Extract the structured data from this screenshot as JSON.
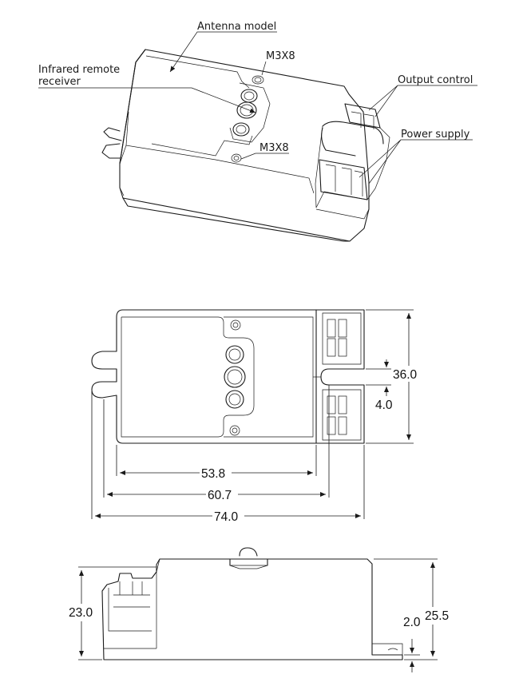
{
  "callouts": {
    "antenna_model": "Antenna model",
    "m3x8_top": "M3X8",
    "infrared_line1": "Infrared remote",
    "infrared_line2": "receiver",
    "output_control": "Output control",
    "power_supply": "Power supply",
    "m3x8_bottom": "M3X8"
  },
  "dimensions": {
    "width_36": "36.0",
    "gap_4": "4.0",
    "len_53_8": "53.8",
    "len_60_7": "60.7",
    "len_74": "74.0",
    "height_23": "23.0",
    "height_25_5": "25.5",
    "flange_2": "2.0"
  },
  "colors": {
    "line": "#1a1a1a",
    "background": "#ffffff"
  }
}
